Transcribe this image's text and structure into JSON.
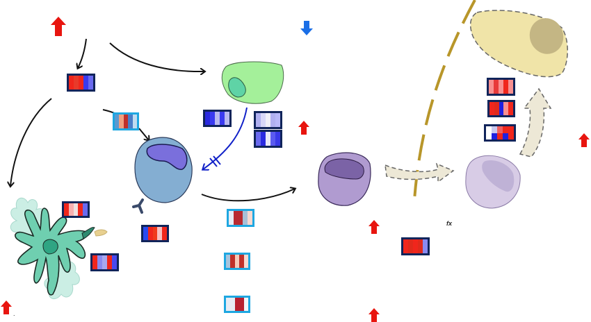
{
  "diagram": {
    "labels": {
      "fx_label": "fx",
      "dot_label": "."
    },
    "colors": {
      "up_arrow": "#e8150f",
      "down_arrow": "#1a6ee6",
      "flow_arrow": "#111111",
      "inhibit_arrow": "#1020c8",
      "barrier": "#b8962a",
      "dark_border": "#10245a",
      "light_border": "#1ea7e1"
    },
    "cells": [
      {
        "id": "dendritic-cell",
        "fill": "#6fcfb0",
        "nucleus": "#2fa583"
      },
      {
        "id": "green-cell",
        "fill": "#a4f09a",
        "nucleus": "#5fd3a6"
      },
      {
        "id": "b-cell",
        "fill": "#84aed2",
        "nucleus": "#7a6fdc"
      },
      {
        "id": "plasma-cell-dark",
        "fill": "#b09bd0",
        "nucleus": "#7b63a6"
      },
      {
        "id": "plasma-cell-light",
        "fill": "#d8cce6",
        "nucleus": "#bfb2d6"
      },
      {
        "id": "yellow-cell",
        "fill": "#f0e4a8",
        "nucleus": "#c4b684"
      }
    ],
    "heatmaps": [
      {
        "id": "hm-top-left",
        "style": "dark",
        "rows": [
          [
            "#f0261c",
            "#e83a2a",
            "#f0261c",
            "#3a3af0",
            "#6a6af0"
          ]
        ]
      },
      {
        "id": "hm-bcell-input",
        "style": "light",
        "rows": [
          [
            "#5a9ad0",
            "#f0a080",
            "#c0302a",
            "#4a7ec8",
            "#c0dcf0"
          ]
        ]
      },
      {
        "id": "hm-green-left",
        "style": "dark",
        "rows": [
          [
            "#2a2ae0",
            "#3a3af0",
            "#b8b8f0",
            "#3a3af0",
            "#b8b8f0"
          ]
        ]
      },
      {
        "id": "hm-green-right-1",
        "style": "dark",
        "rows": [
          [
            "#b0b0f0",
            "#d8d8f8",
            "#f0f0f8",
            "#b0b0f0",
            "#b8b8f8"
          ]
        ]
      },
      {
        "id": "hm-green-right-2",
        "style": "dark",
        "rows": [
          [
            "#6a6af0",
            "#2a2ae0",
            "#e8e8f8",
            "#5a5af0",
            "#3a3ae8"
          ]
        ]
      },
      {
        "id": "hm-dc-top",
        "style": "dark",
        "rows": [
          [
            "#f0261c",
            "#f8b0b0",
            "#f0e0e0",
            "#f0261c",
            "#6a6af0"
          ]
        ]
      },
      {
        "id": "hm-dc-bottom",
        "style": "dark",
        "rows": [
          [
            "#f0261c",
            "#8a8af0",
            "#a8a8f0",
            "#f0261c",
            "#4a4af0"
          ]
        ]
      },
      {
        "id": "hm-bcell-bottom",
        "style": "dark",
        "rows": [
          [
            "#2a4af0",
            "#f0261c",
            "#f03a1c",
            "#f8c0c0",
            "#f0261c"
          ]
        ]
      },
      {
        "id": "hm-mid-1",
        "style": "light",
        "rows": [
          [
            "#e8ecf4",
            "#b82a30",
            "#b82a30",
            "#a8c0d8",
            "#f8d8d0"
          ]
        ]
      },
      {
        "id": "hm-mid-2",
        "style": "light",
        "rows": [
          [
            "#a8c4dc",
            "#c0302a",
            "#f8c8b8",
            "#c0302a",
            "#f8d8d0"
          ]
        ]
      },
      {
        "id": "hm-mid-3",
        "style": "light",
        "rows": [
          [
            "#e8ecf4",
            "#e8ecf4",
            "#b82030",
            "#b82030",
            "#f4f4f8"
          ]
        ]
      },
      {
        "id": "hm-plasma",
        "style": "dark",
        "rows": [
          [
            "#f0261c",
            "#e02a1c",
            "#f0261c",
            "#e02a1c",
            "#8a8af0"
          ]
        ]
      },
      {
        "id": "hm-right-1",
        "style": "dark",
        "rows": [
          [
            "#f89090",
            "#e83a3a",
            "#f89090",
            "#f0261c",
            "#f89090"
          ]
        ]
      },
      {
        "id": "hm-right-2",
        "style": "dark",
        "rows": [
          [
            "#f0261c",
            "#e02a1c",
            "#2020e0",
            "#f89090",
            "#f0261c"
          ]
        ]
      },
      {
        "id": "hm-right-3",
        "style": "dark",
        "rows": [
          [
            "#ffffff",
            "#c8c8f0",
            "#f06060",
            "#f0261c",
            "#f0261c"
          ],
          [
            "#ffffff",
            "#2020e0",
            "#f0261c",
            "#2020e0",
            "#f0261c"
          ]
        ]
      }
    ]
  }
}
